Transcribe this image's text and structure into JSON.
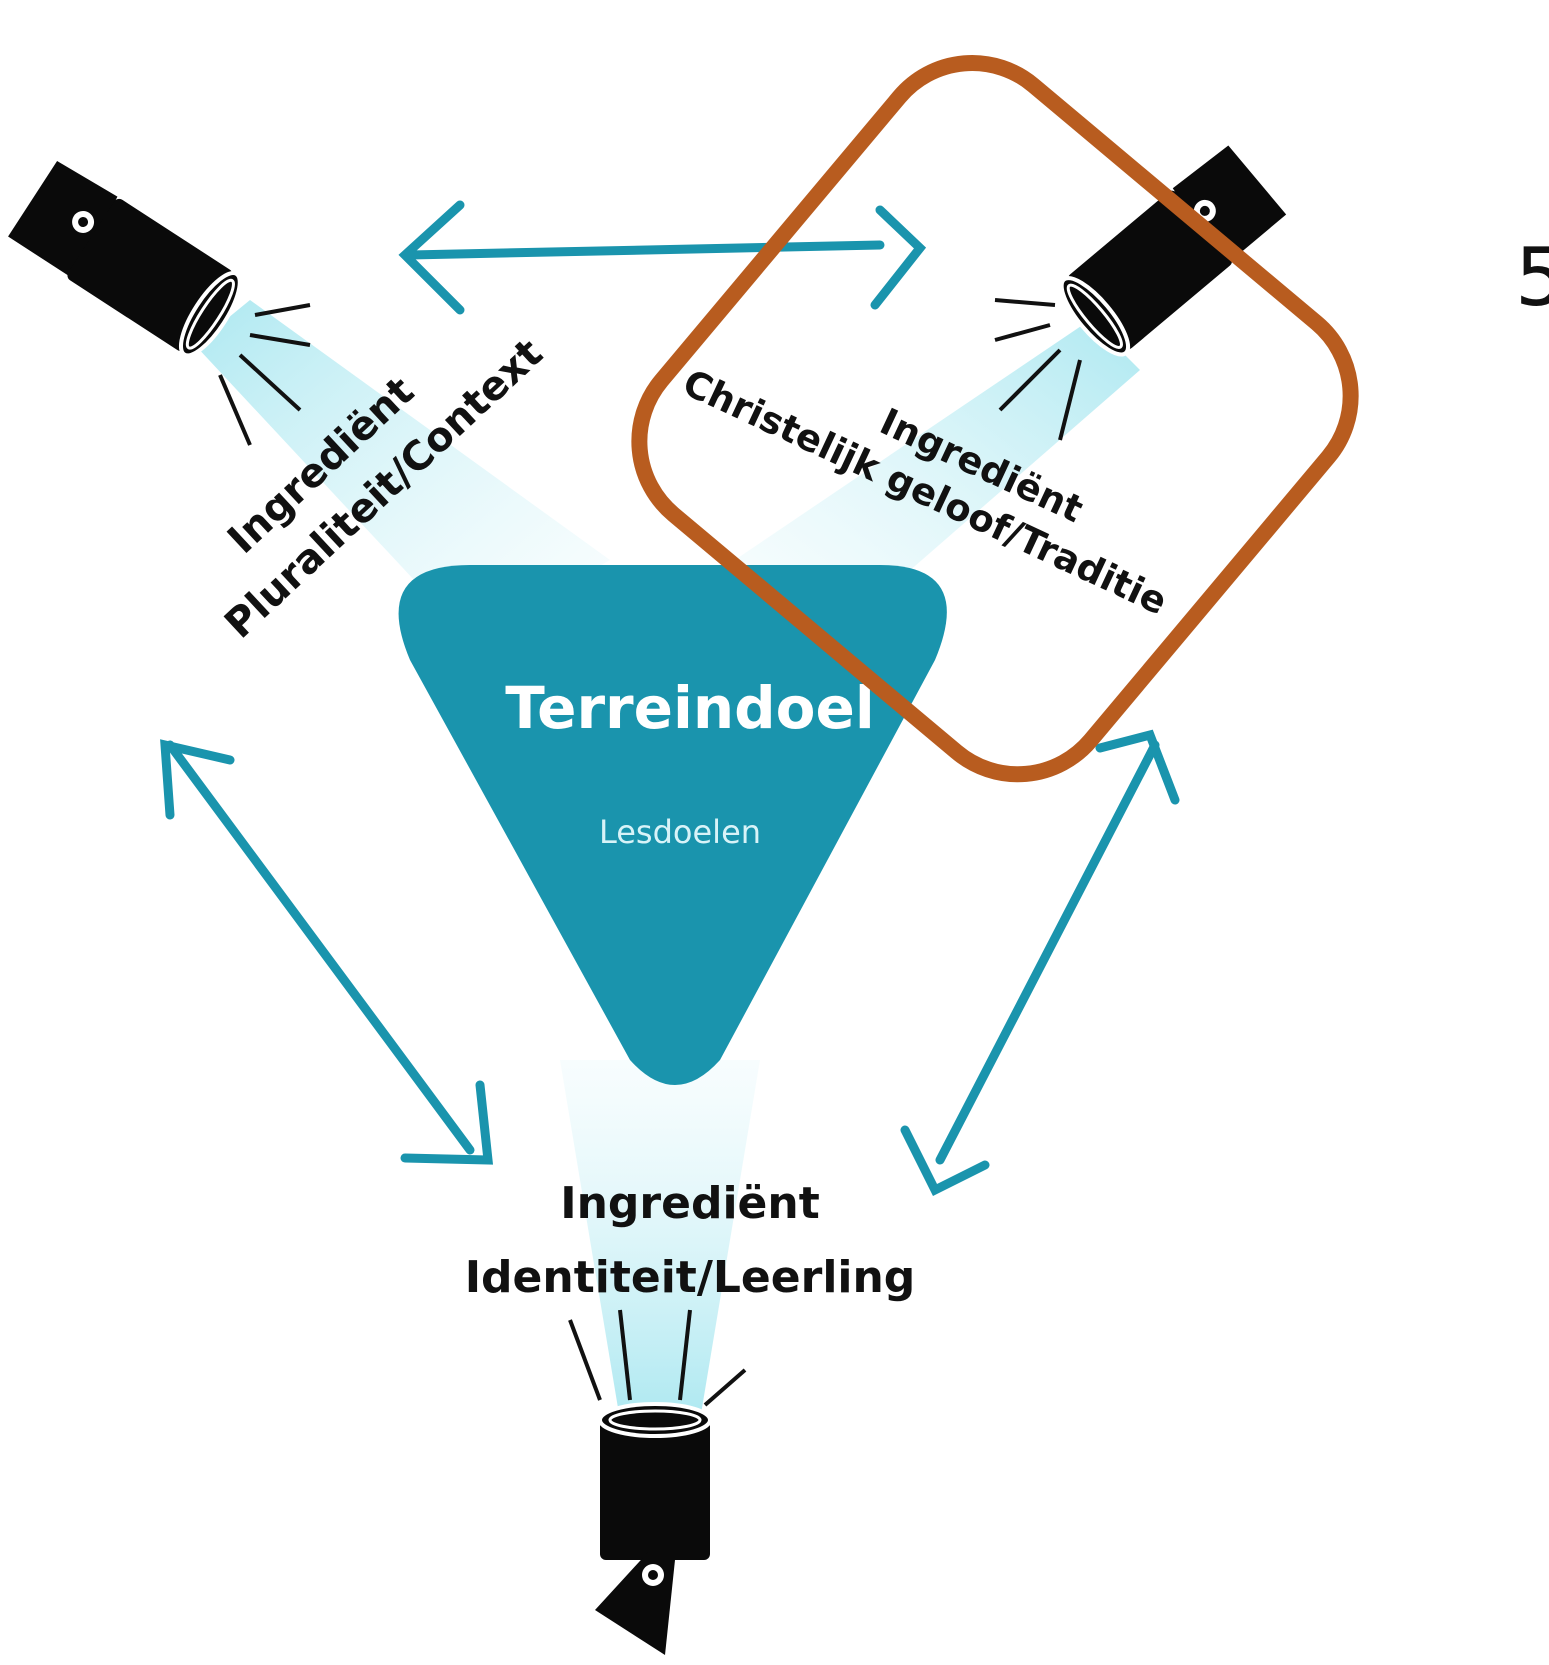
{
  "center": {
    "title": "Terreindoel",
    "subtitle": "Lesdoelen"
  },
  "ingredients": {
    "left": {
      "heading": "Ingrediënt",
      "name": "Pluraliteit/Context"
    },
    "right": {
      "heading": "Ingrediënt",
      "name": "Christelijk geloof/Traditie"
    },
    "bottom": {
      "heading": "Ingrediënt",
      "name": "Identiteit/Leerling"
    }
  },
  "edge_glyph": "5",
  "colors": {
    "teal": "#1a94ad",
    "teal_dark": "#17889f",
    "beam": "#bfeef5",
    "highlight": "#b85c1f",
    "spotlight": "#0a0a0a"
  },
  "icons": [
    "spotlight-icon",
    "double-arrow-icon"
  ]
}
